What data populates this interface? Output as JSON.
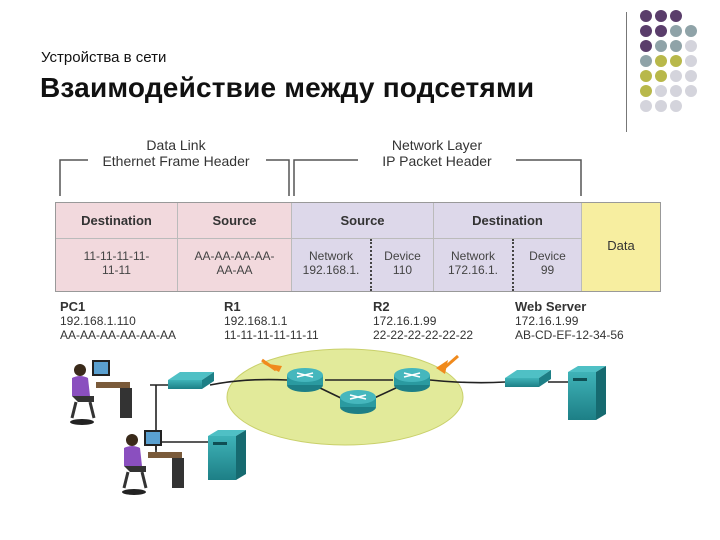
{
  "header": {
    "subtitle": "Устройства в сети",
    "title": "Взаимодействие между подсетями"
  },
  "decor": {
    "dot_colors": [
      "#5a3d6b",
      "#8fa3a8",
      "#b8b84a",
      "#d4d4dc"
    ]
  },
  "layers": {
    "datalink": {
      "line1": "Data Link",
      "line2": "Ethernet Frame Header"
    },
    "network": {
      "line1": "Network Layer",
      "line2": "IP Packet Header"
    }
  },
  "frame": {
    "eth_dest_header": "Destination",
    "eth_src_header": "Source",
    "ip_src_header": "Source",
    "ip_dest_header": "Destination",
    "data_label": "Data",
    "eth_dest_value_1": "11-11-11-11-",
    "eth_dest_value_2": "11-11",
    "eth_src_value_1": "AA-AA-AA-AA-",
    "eth_src_value_2": "AA-AA",
    "ip_src_network_label": "Network",
    "ip_src_network_value": "192.168.1.",
    "ip_src_device_label": "Device",
    "ip_src_device_value": "110",
    "ip_dest_network_label": "Network",
    "ip_dest_network_value": "172.16.1.",
    "ip_dest_device_label": "Device",
    "ip_dest_device_value": "99",
    "colors": {
      "eth": "#f2d9dd",
      "ip": "#ddd8ea",
      "data": "#f7eea0"
    }
  },
  "devices": {
    "pc1": {
      "name": "PC1",
      "ip": "192.168.1.110",
      "mac": "AA-AA-AA-AA-AA-AA"
    },
    "r1": {
      "name": "R1",
      "ip": "192.168.1.1",
      "mac": "11-11-11-11-11-11"
    },
    "r2": {
      "name": "R2",
      "ip": "172.16.1.99",
      "mac": "22-22-22-22-22-22"
    },
    "web": {
      "name": "Web Server",
      "ip": "172.16.1.99",
      "mac": "AB-CD-EF-12-34-56"
    }
  }
}
